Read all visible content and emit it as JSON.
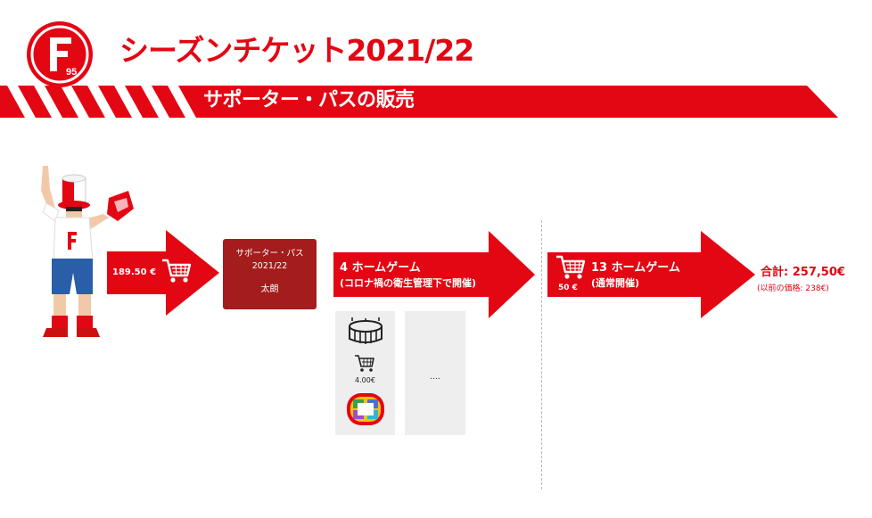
{
  "colors": {
    "brand_red": "#e30613",
    "dark_red": "#a31d1d",
    "card_gray": "#eeeeee",
    "white": "#ffffff"
  },
  "header": {
    "logo_text": "95",
    "title": "シーズンチケット2021/22",
    "subtitle": "サポーター・パスの販売"
  },
  "step1": {
    "price": "189.50 €",
    "icon": "shopping-cart-icon"
  },
  "pass_card": {
    "line1": "サポーター・パス",
    "line2": "2021/22",
    "name": "太朗"
  },
  "step2": {
    "title": "4 ホームゲーム",
    "subtitle": "(コロナ禍の衛生管理下で開催)",
    "game_card": {
      "stadium_icon": "stadium-icon",
      "cart_icon": "shopping-cart-icon",
      "price": "4.00€",
      "seatmap_icon": "seat-map-icon"
    },
    "more": "...."
  },
  "step3": {
    "price": "50 €",
    "title": "13 ホームゲーム",
    "subtitle": "(通常開催)",
    "icon": "shopping-cart-icon"
  },
  "summary": {
    "total": "合計: 257,50€",
    "previous": "(以前の価格: 238€)"
  }
}
